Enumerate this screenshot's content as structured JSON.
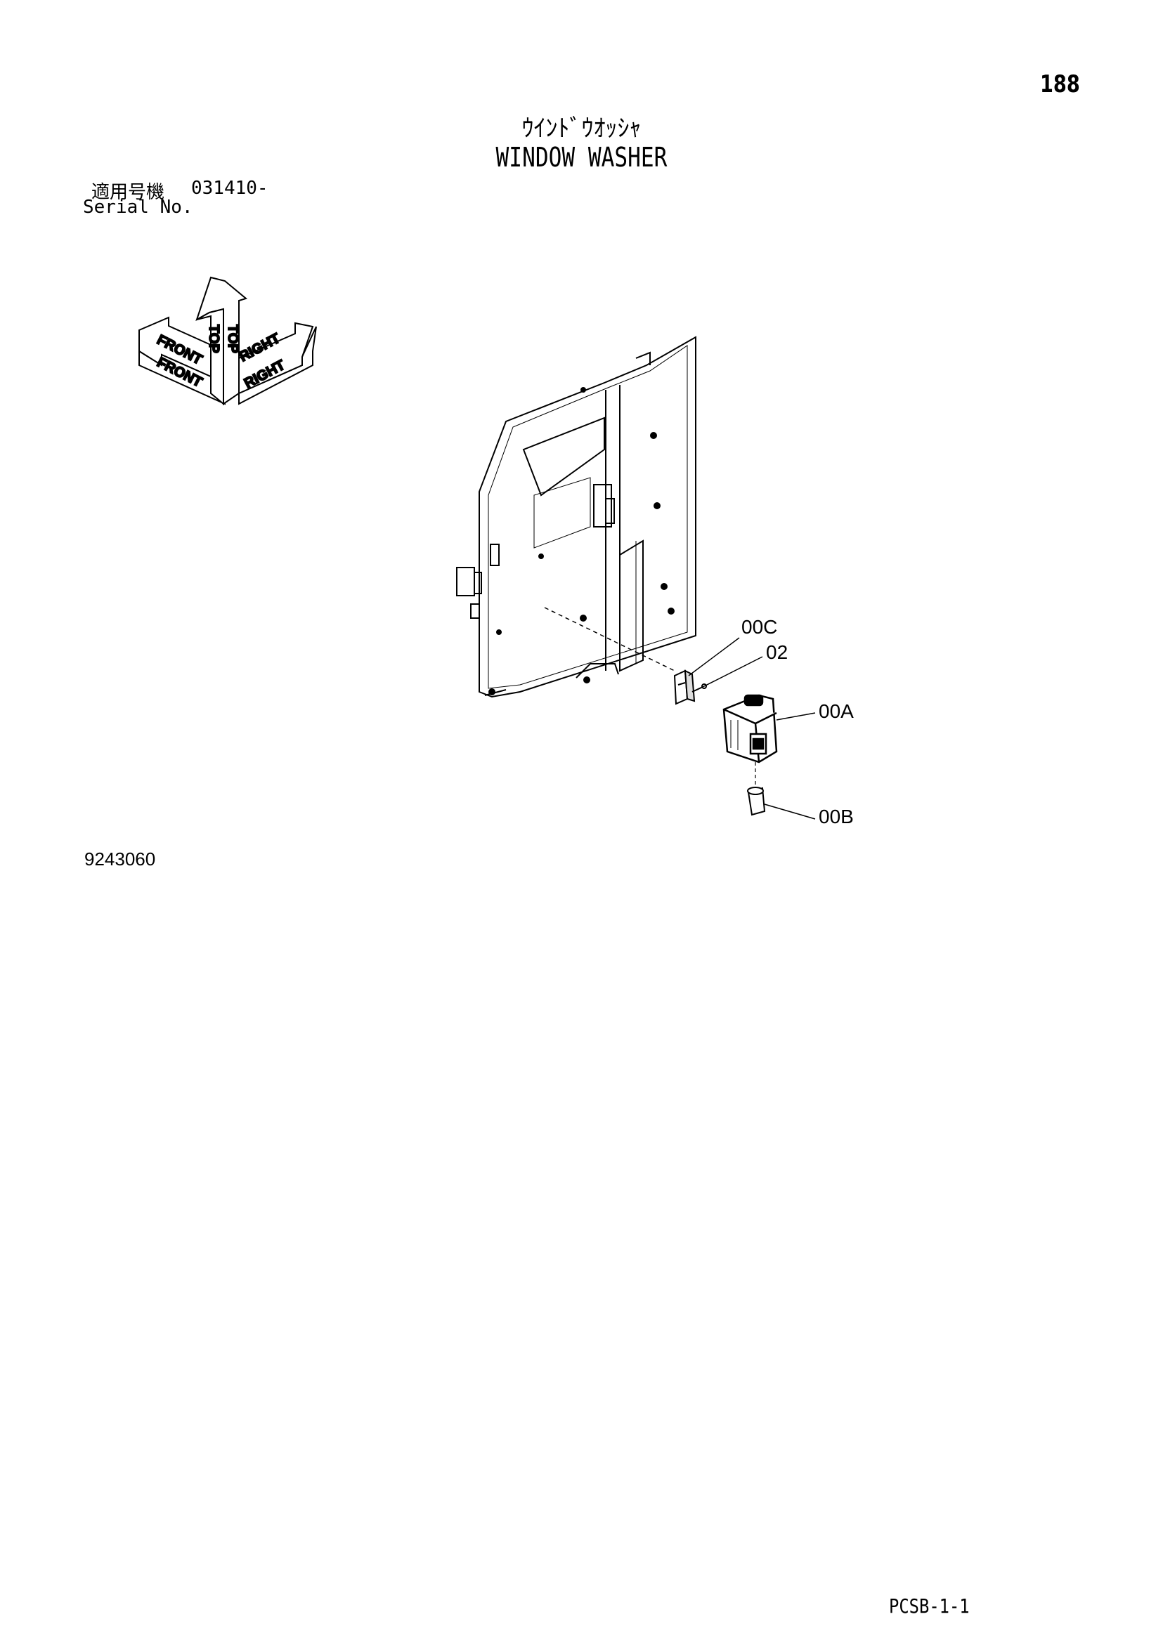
{
  "page_number": "188",
  "title_jp": "ｳｲﾝﾄﾞｳｵｯｼｬ",
  "title_en": "WINDOW WASHER",
  "serial": {
    "label_jp": "適用号機",
    "range": "031410-",
    "label_en": "Serial No."
  },
  "orientation": {
    "front": "FRONT",
    "top": "TOP",
    "right": "RIGHT"
  },
  "callouts": {
    "c00C": "00C",
    "c02": "02",
    "c00A": "00A",
    "c00B": "00B"
  },
  "drawing_number": "9243060",
  "footer_code": "PCSB-1-1"
}
